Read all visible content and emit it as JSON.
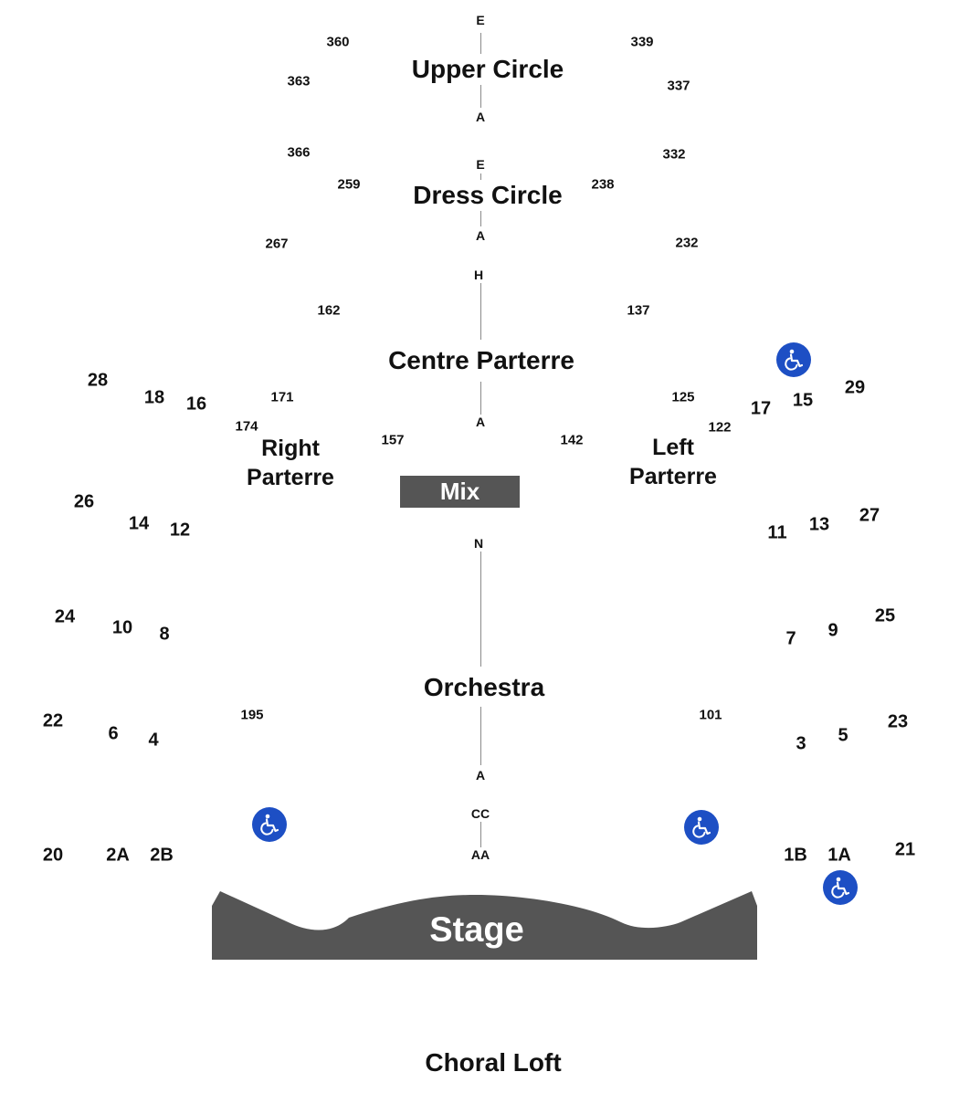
{
  "map": {
    "sections": {
      "upper_circle": "Upper Circle",
      "dress_circle": "Dress Circle",
      "centre_parterre": "Centre Parterre",
      "right_parterre_1": "Right",
      "right_parterre_2": "Parterre",
      "left_parterre_1": "Left",
      "left_parterre_2": "Parterre",
      "orchestra": "Orchestra",
      "mix": "Mix",
      "stage": "Stage",
      "choral_loft": "Choral Loft"
    },
    "rows": {
      "uc_top": "E",
      "uc_bottom": "A",
      "dc_top": "E",
      "dc_bottom": "A",
      "cp_top": "H",
      "cp_bottom": "A",
      "orch_top": "N",
      "orch_a": "A",
      "orch_cc": "CC",
      "orch_aa": "AA"
    },
    "section_numbers": {
      "s360": "360",
      "s339": "339",
      "s363": "363",
      "s337": "337",
      "s366": "366",
      "s332": "332",
      "s259": "259",
      "s238": "238",
      "s267": "267",
      "s232": "232",
      "s162": "162",
      "s137": "137",
      "s171": "171",
      "s125": "125",
      "s174": "174",
      "s122": "122",
      "s157": "157",
      "s142": "142",
      "s195": "195",
      "s101": "101"
    },
    "boxes": {
      "b28": "28",
      "b18": "18",
      "b16": "16",
      "b26": "26",
      "b14": "14",
      "b12": "12",
      "b24": "24",
      "b10": "10",
      "b8": "8",
      "b22": "22",
      "b6": "6",
      "b4": "4",
      "b20": "20",
      "b2A": "2A",
      "b2B": "2B",
      "b29": "29",
      "b17": "17",
      "b15": "15",
      "b27": "27",
      "b11": "11",
      "b13": "13",
      "b25": "25",
      "b7": "7",
      "b9": "9",
      "b23": "23",
      "b3": "3",
      "b5": "5",
      "b21": "21",
      "b1B": "1B",
      "b1A": "1A"
    },
    "icons": {
      "accessibility": "wheelchair-icon"
    },
    "colors": {
      "stage": "#555555",
      "mix": "#555555",
      "accessibility": "#1d4fc4",
      "row_line": "#8a8a8a"
    }
  }
}
